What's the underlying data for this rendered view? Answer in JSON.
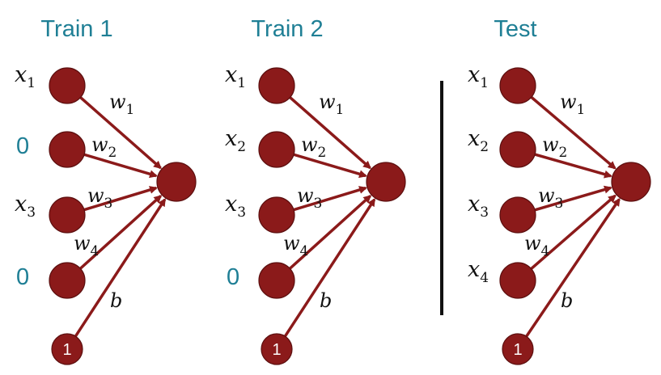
{
  "panels": [
    {
      "title": "Train 1",
      "inputs": [
        {
          "kind": "var",
          "base": "x",
          "sub": "1"
        },
        {
          "kind": "zero",
          "text": "0"
        },
        {
          "kind": "var",
          "base": "x",
          "sub": "3"
        },
        {
          "kind": "zero",
          "text": "0"
        }
      ],
      "weights": [
        {
          "base": "w",
          "sub": "1"
        },
        {
          "base": "w",
          "sub": "2"
        },
        {
          "base": "w",
          "sub": "3"
        },
        {
          "base": "w",
          "sub": "4"
        }
      ],
      "bias_node": "1",
      "bias_weight": "b"
    },
    {
      "title": "Train 2",
      "inputs": [
        {
          "kind": "var",
          "base": "x",
          "sub": "1"
        },
        {
          "kind": "var",
          "base": "x",
          "sub": "2"
        },
        {
          "kind": "var",
          "base": "x",
          "sub": "3"
        },
        {
          "kind": "zero",
          "text": "0"
        }
      ],
      "weights": [
        {
          "base": "w",
          "sub": "1"
        },
        {
          "base": "w",
          "sub": "2"
        },
        {
          "base": "w",
          "sub": "3"
        },
        {
          "base": "w",
          "sub": "4"
        }
      ],
      "bias_node": "1",
      "bias_weight": "b"
    },
    {
      "title": "Test",
      "inputs": [
        {
          "kind": "var",
          "base": "x",
          "sub": "1"
        },
        {
          "kind": "var",
          "base": "x",
          "sub": "2"
        },
        {
          "kind": "var",
          "base": "x",
          "sub": "3"
        },
        {
          "kind": "var",
          "base": "x",
          "sub": "4"
        }
      ],
      "weights": [
        {
          "base": "w",
          "sub": "1"
        },
        {
          "base": "w",
          "sub": "2"
        },
        {
          "base": "w",
          "sub": "3"
        },
        {
          "base": "w",
          "sub": "4"
        }
      ],
      "bias_node": "1",
      "bias_weight": "b"
    }
  ],
  "colors": {
    "node": "#8b1a1a",
    "title": "#1f7f95",
    "zero": "#1f7f95",
    "divider": "#111111"
  }
}
